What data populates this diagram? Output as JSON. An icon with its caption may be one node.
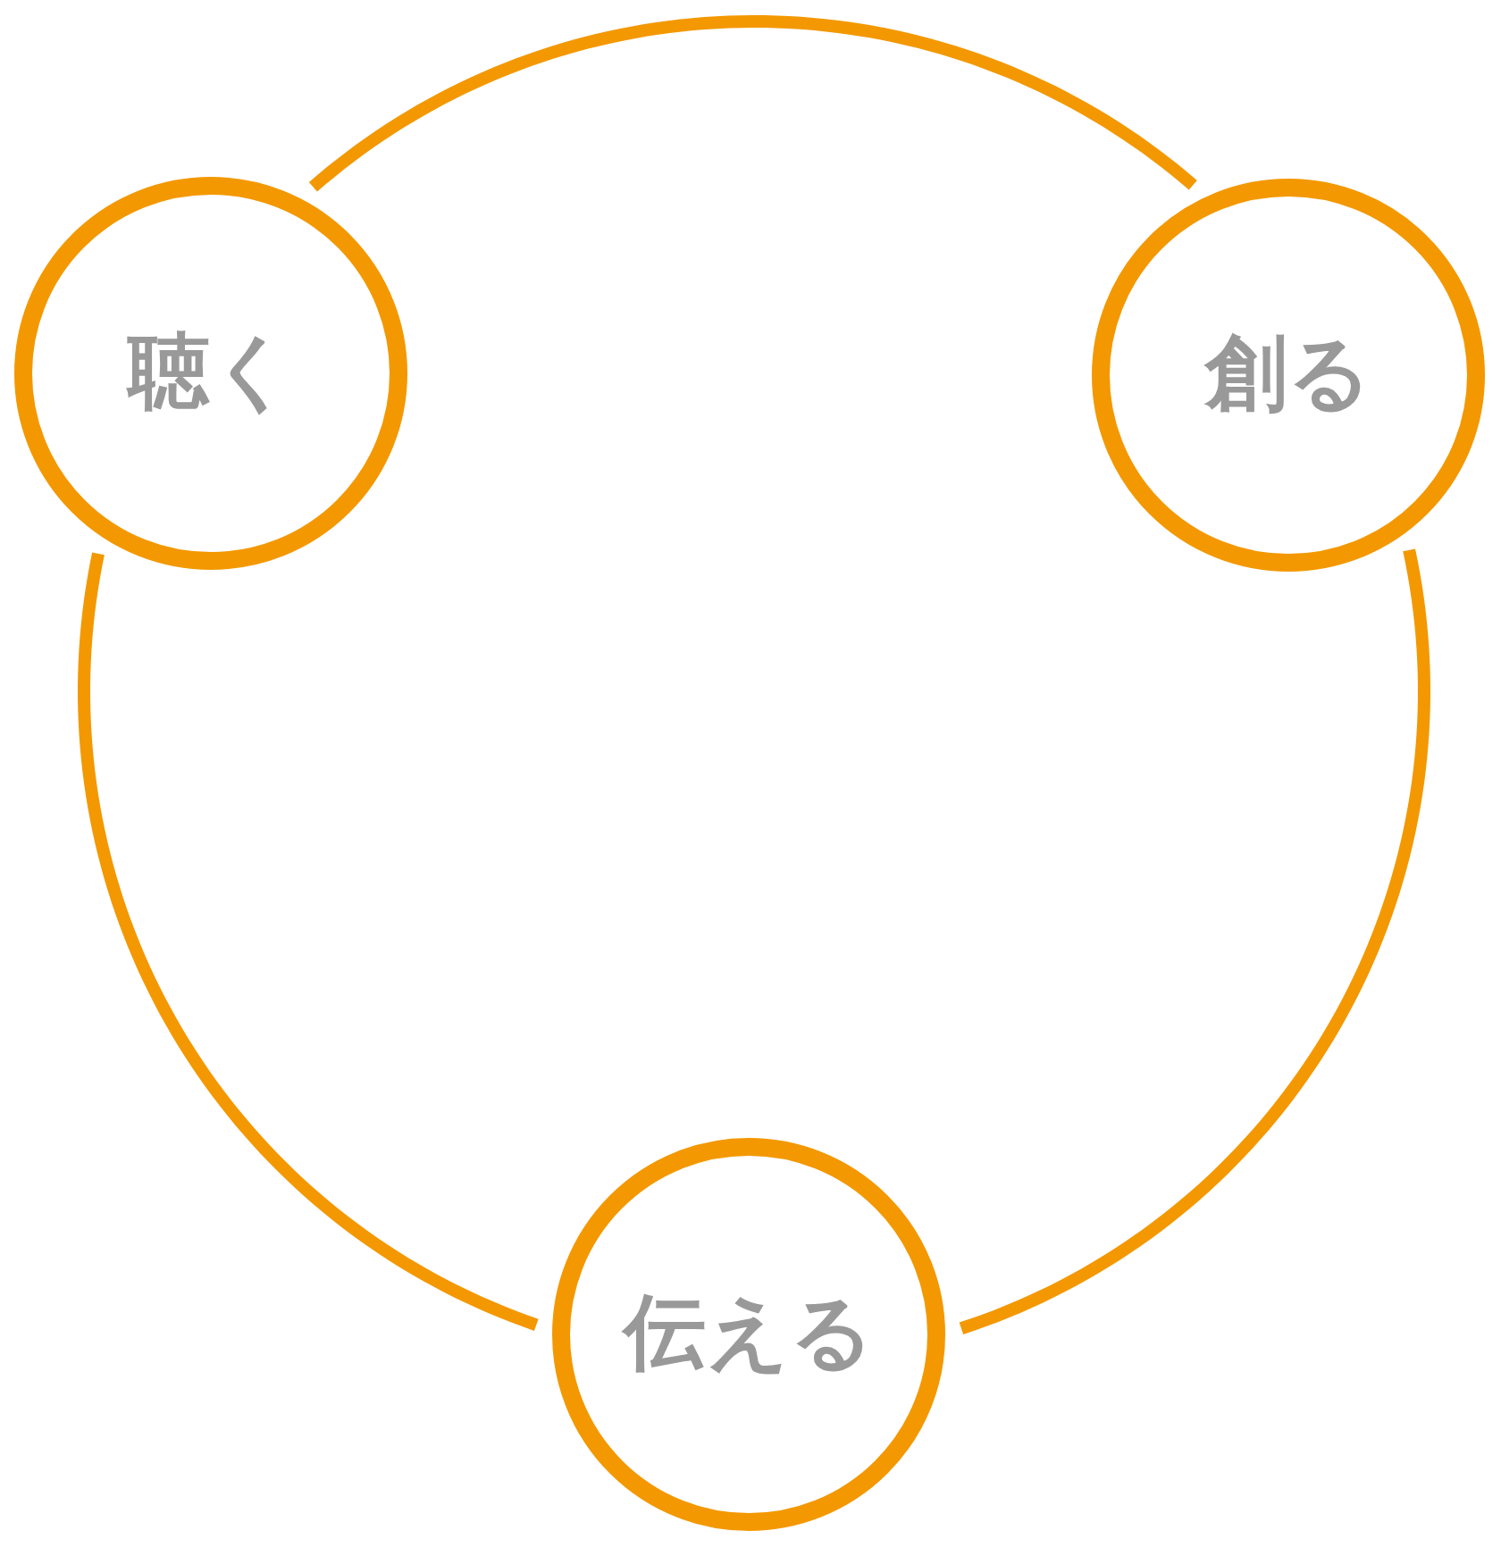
{
  "diagram": {
    "nodes": [
      {
        "text": [
          "聴く"
        ]
      },
      {
        "text": [
          "創る"
        ]
      },
      {
        "text": [
          "伝える"
        ]
      }
    ],
    "edges": [
      {
        "from": 0,
        "to": 1,
        "arrow": "none"
      },
      {
        "from": 1,
        "to": 2,
        "arrow": "none"
      },
      {
        "from": 2,
        "to": 0,
        "arrow": "none"
      }
    ]
  }
}
